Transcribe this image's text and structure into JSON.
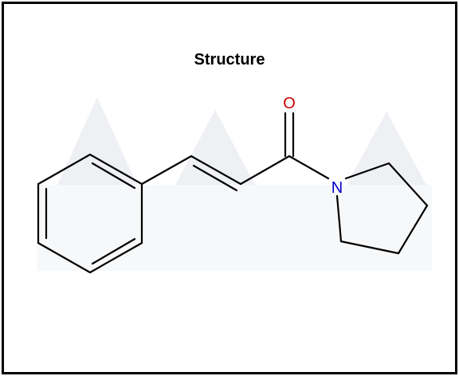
{
  "panel": {
    "title": "Structure"
  },
  "molecule": {
    "atom_labels": {
      "oxygen": "O",
      "nitrogen": "N"
    },
    "colors": {
      "bond": "#000000",
      "oxygen": "#cc0000",
      "nitrogen": "#0000cc",
      "watermark": "#eef0f4"
    }
  }
}
